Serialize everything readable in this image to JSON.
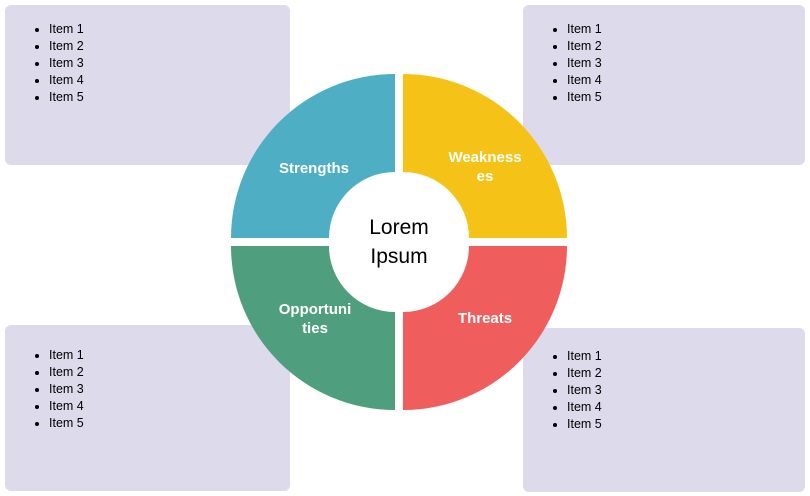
{
  "center": {
    "label": "Lorem Ipsum"
  },
  "panel_bg": "#DCDAEB",
  "quadrants": [
    {
      "id": "strengths",
      "label": "Strengths",
      "color": "#4EAFC4",
      "items": [
        "Item 1",
        "Item 2",
        "Item 3",
        "Item 4",
        "Item 5"
      ]
    },
    {
      "id": "weaknesses",
      "label": "Weaknesses",
      "color": "#F5C317",
      "items": [
        "Item 1",
        "Item 2",
        "Item 3",
        "Item 4",
        "Item 5"
      ]
    },
    {
      "id": "opportunities",
      "label": "Opportunities",
      "color": "#4F9E7E",
      "items": [
        "Item 1",
        "Item 2",
        "Item 3",
        "Item 4",
        "Item 5"
      ]
    },
    {
      "id": "threats",
      "label": "Threats",
      "color": "#F05D5D",
      "items": [
        "Item 1",
        "Item 2",
        "Item 3",
        "Item 4",
        "Item 5"
      ]
    }
  ]
}
